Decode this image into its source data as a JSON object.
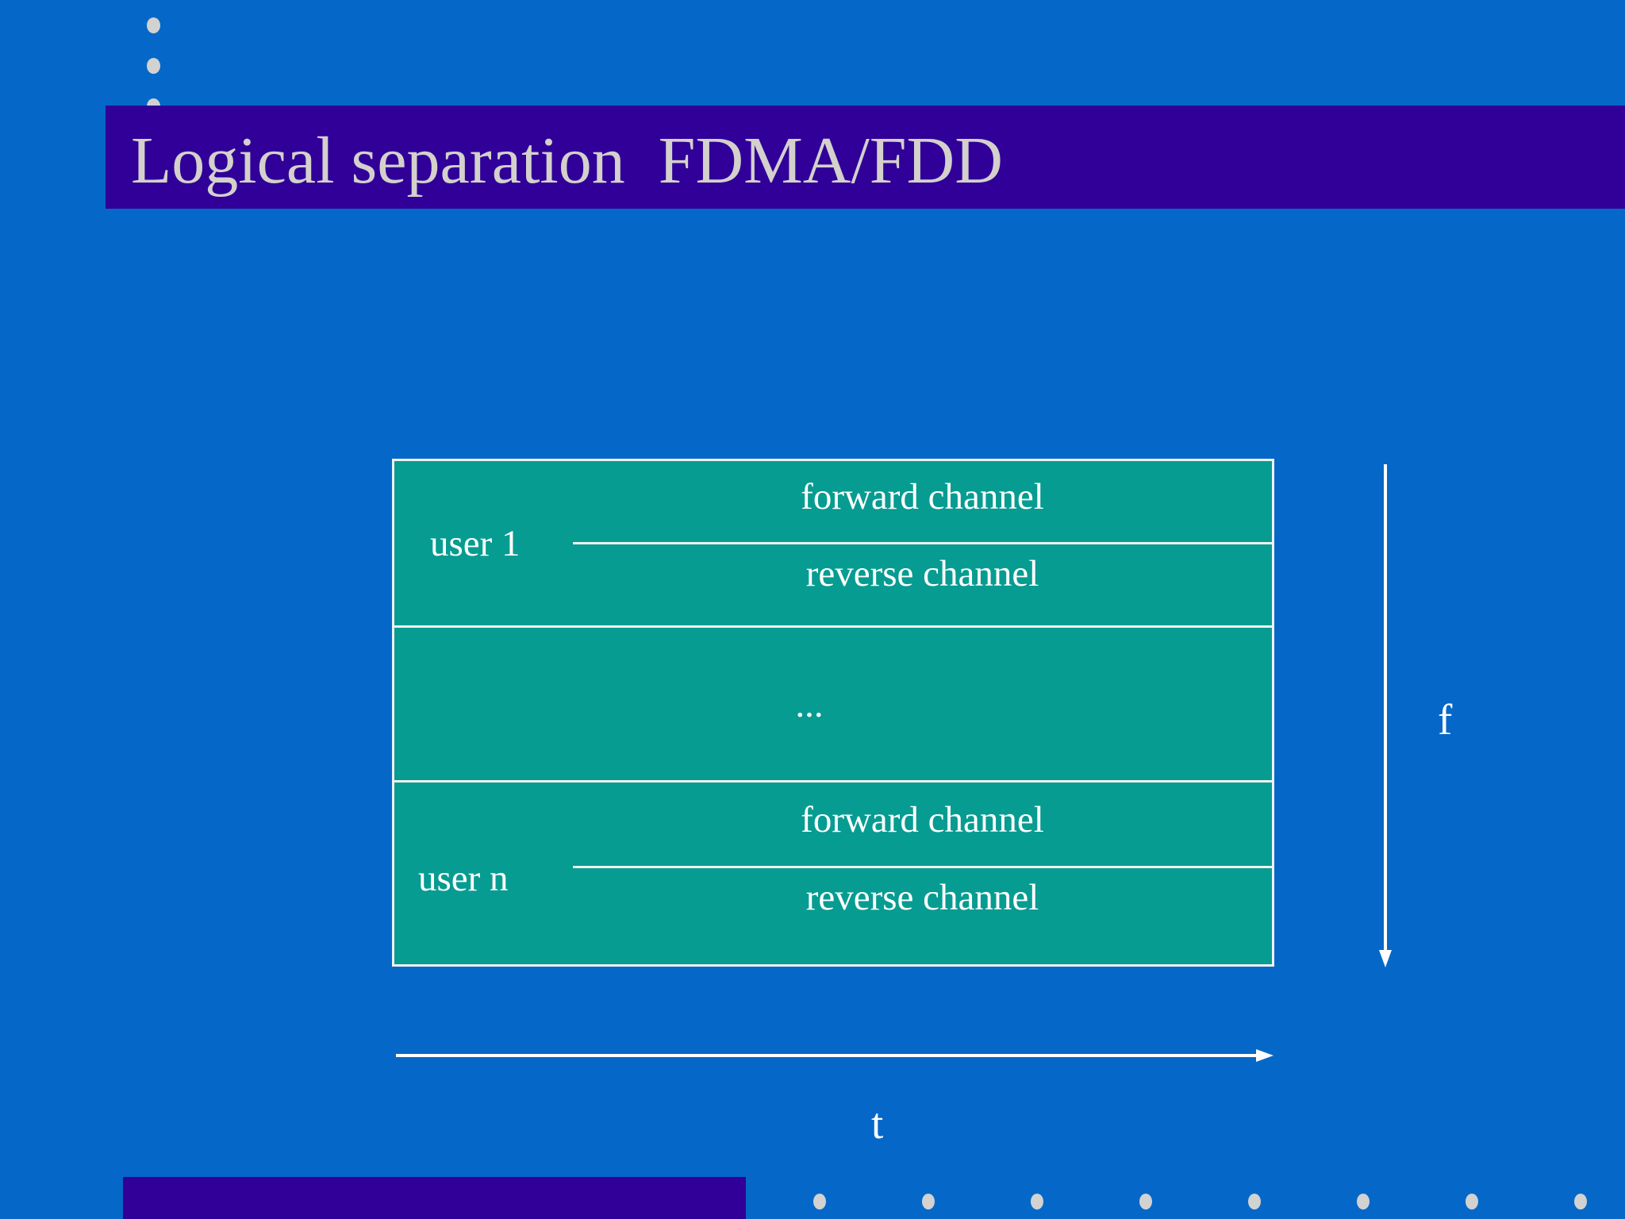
{
  "slide": {
    "title": "Logical separation  FDMA/FDD",
    "background_color": "#0568c8",
    "title_band_color": "#300099",
    "title_text_color": "#d4d0cb",
    "accent_color": "#079c91",
    "line_color": "#eef2f0"
  },
  "decor": {
    "top_dots_count": 3,
    "bottom_dots_count": 8,
    "dot_color": "#d2d2d2"
  },
  "diagram": {
    "rows": [
      {
        "user_label": "user 1",
        "forward_channel": "forward channel",
        "reverse_channel": "reverse channel"
      },
      {
        "user_label": "",
        "ellipsis": "..."
      },
      {
        "user_label": "user n",
        "forward_channel": "forward channel",
        "reverse_channel": "reverse channel"
      }
    ],
    "axes": {
      "vertical_label": "f",
      "vertical_direction": "down",
      "horizontal_label": "t",
      "horizontal_direction": "right"
    }
  }
}
